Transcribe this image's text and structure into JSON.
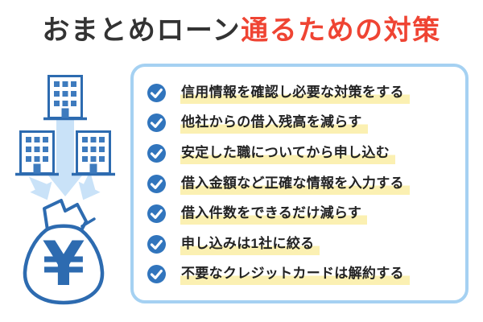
{
  "title": {
    "prefix": "おまとめローン",
    "accent": "通るための対策"
  },
  "checklist": {
    "items": [
      "信用情報を確認し必要な対策をする",
      "他社からの借入残高を減らす",
      "安定した職についてから申し込む",
      "借入金額など正確な情報を入力する",
      "借入件数をできるだけ減らす",
      "申し込みは1社に絞る",
      "不要なクレジットカードは解約する"
    ]
  },
  "illustration": {
    "yen_symbol": "¥",
    "icons": [
      "building-icon",
      "down-arrow-icon",
      "money-bag-icon"
    ]
  },
  "colors": {
    "title_text": "#333333",
    "title_accent": "#EF4433",
    "item_text": "#222222",
    "check_circle": "#3175BD",
    "panel_border": "#A5D1F2",
    "highlight": "#FBF0B2",
    "illustration_outline": "#2D6BB0",
    "illustration_window": "#3E7BBE",
    "arrow_fill": "#C9E2F8"
  }
}
